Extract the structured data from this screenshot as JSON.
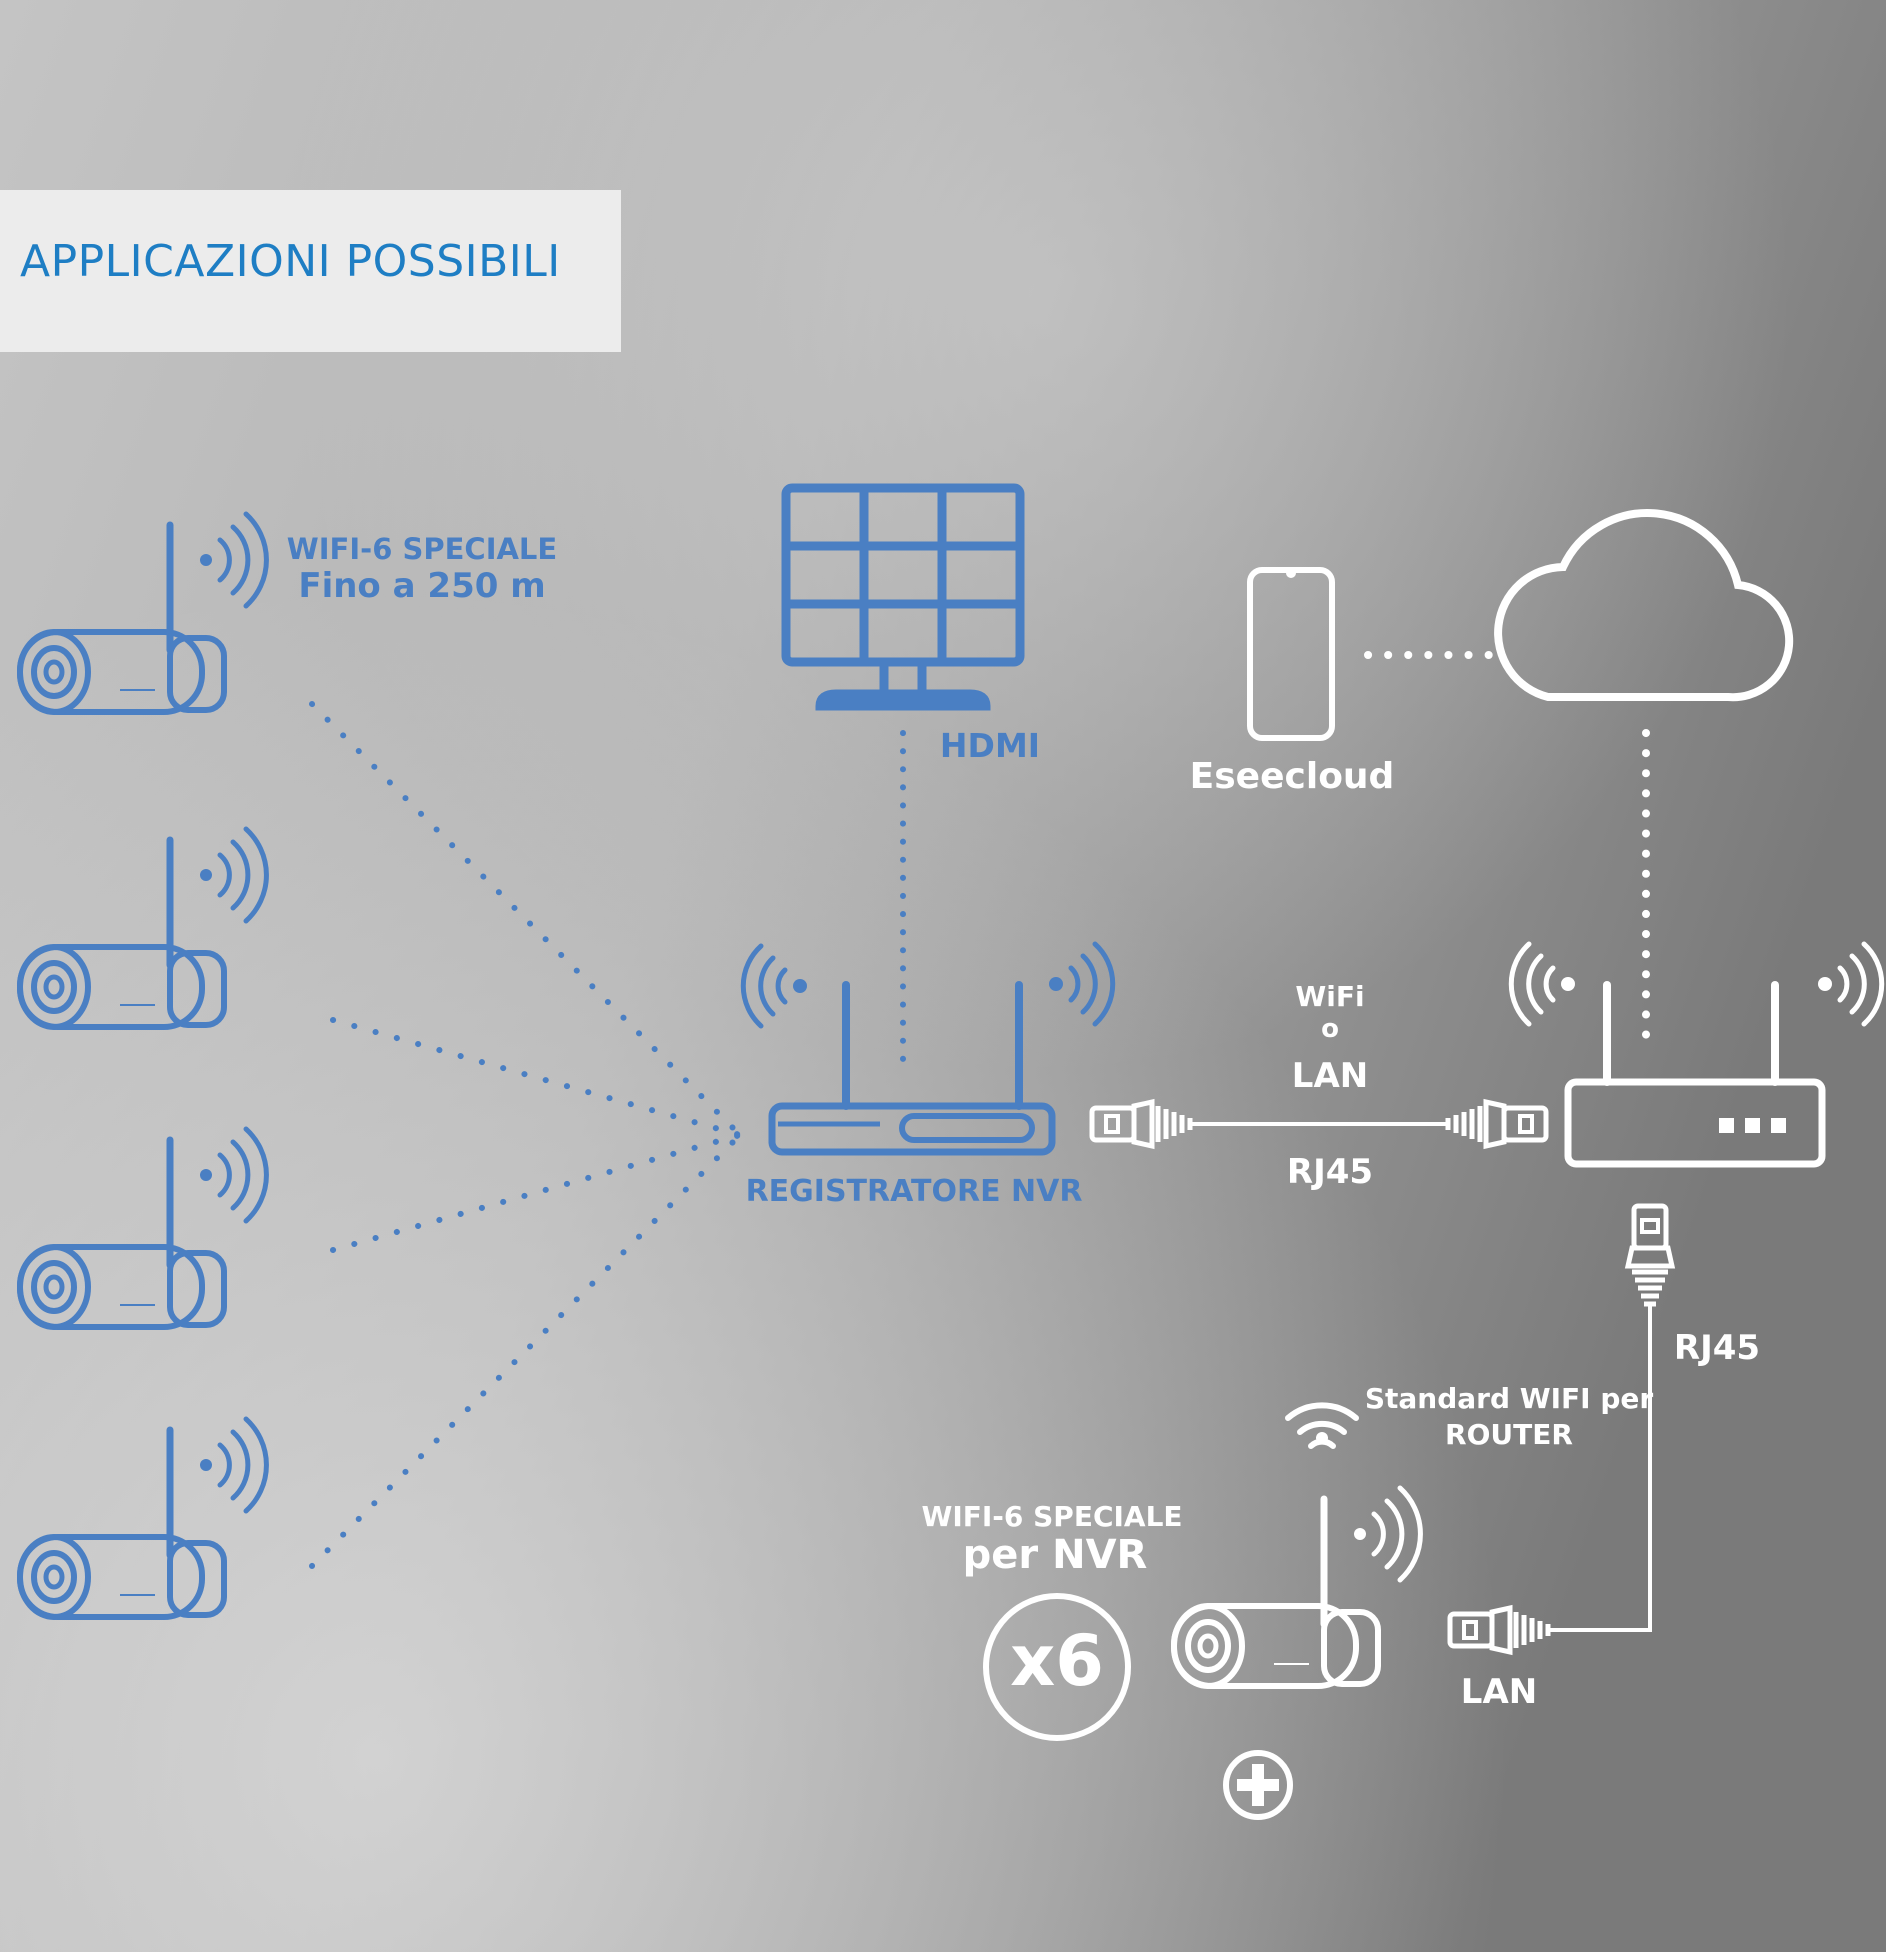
{
  "title": "APPLICAZIONI POSSIBILI",
  "labels": {
    "wifi6_line1": "WIFI-6 SPECIALE",
    "wifi6_line2": "Fino a 250 m",
    "hdmi": "HDMI",
    "eseecloud": "Eseecloud",
    "nvr": "REGISTRATORE NVR",
    "wifi": "WiFi",
    "o": "o",
    "lan_top": "LAN",
    "rj45_horizontal": "RJ45",
    "rj45_vertical": "RJ45",
    "standard_wifi_line1": "Standard WIFI per",
    "standard_wifi_line2": "ROUTER",
    "nvr_wifi_line1": "WIFI-6 SPECIALE",
    "nvr_wifi_line2": "per NVR",
    "count": "x6",
    "lan_bottom": "LAN"
  },
  "colors": {
    "blue": "#4a7fc3",
    "title_blue": "#1e7ec4",
    "white": "#ffffff",
    "title_box": "#ececec"
  },
  "icons": [
    "camera-icon",
    "wifi-signal-icon",
    "monitor-icon",
    "nvr-recorder-icon",
    "smartphone-icon",
    "cloud-icon",
    "router-icon",
    "rj45-connector-icon",
    "wifi-icon",
    "plus-icon"
  ]
}
